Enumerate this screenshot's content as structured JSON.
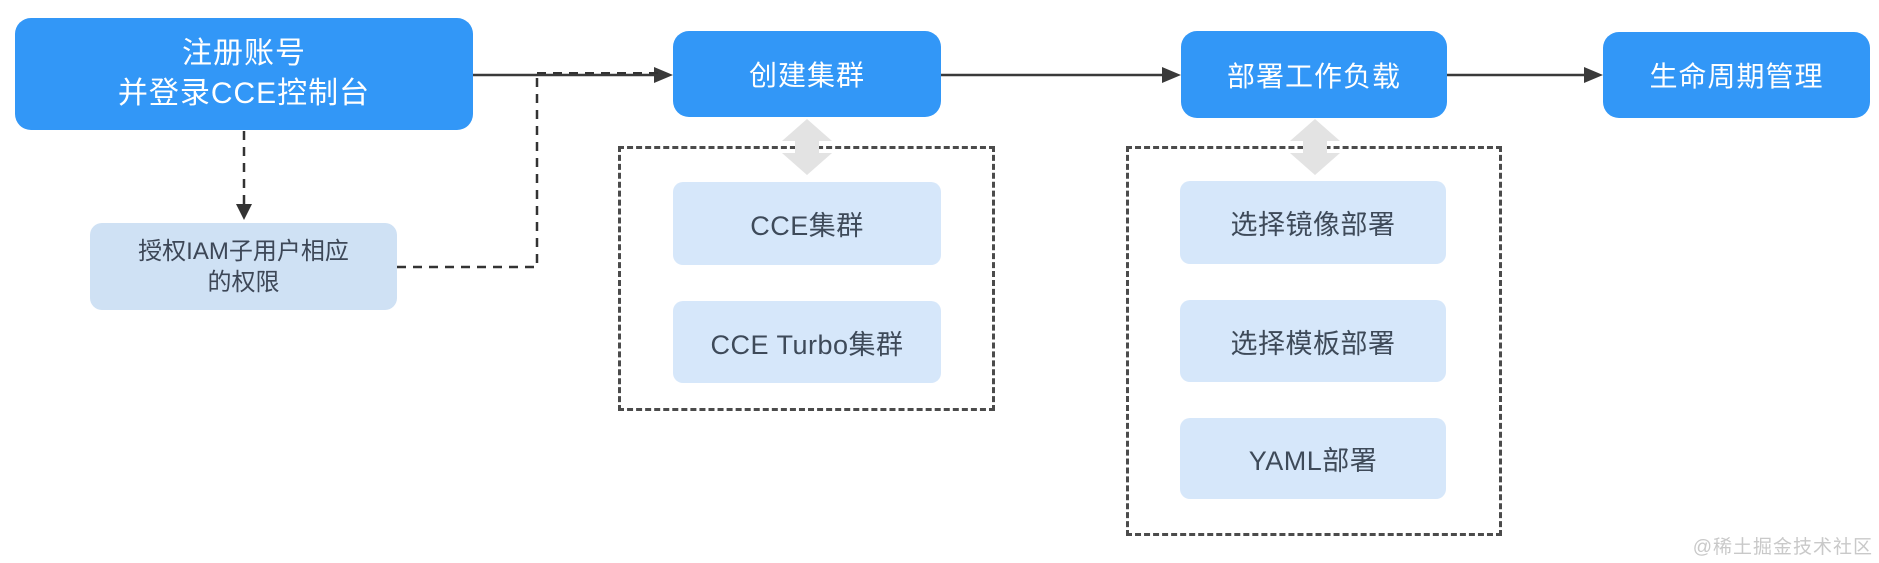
{
  "flow": {
    "steps": {
      "register": {
        "line1": "注册账号",
        "line2": "并登录CCE控制台"
      },
      "create_cluster": {
        "label": "创建集群"
      },
      "deploy_workload": {
        "label": "部署工作负载"
      },
      "lifecycle": {
        "label": "生命周期管理"
      }
    },
    "iam_note": {
      "line1": "授权IAM子用户相应",
      "line2": "的权限"
    },
    "cluster_options": [
      "CCE集群",
      "CCE Turbo集群"
    ],
    "deploy_options": [
      "选择镜像部署",
      "选择模板部署",
      "YAML部署"
    ],
    "watermark": "@稀土掘金技术社区"
  },
  "colors": {
    "primary_blue": "#3297f7",
    "option_light_blue": "#d6e7fa",
    "iam_note_fill": "#cfe1f4",
    "node_text_white": "#ffffff",
    "option_text_dark": "#3e4a59",
    "solid_connector": "#3a3a3a",
    "dashed_border": "#4b4b4b",
    "bidirectional_arrow_gray": "#e3e3e3",
    "watermark_gray": "#c9c9c9",
    "background": "#ffffff"
  }
}
